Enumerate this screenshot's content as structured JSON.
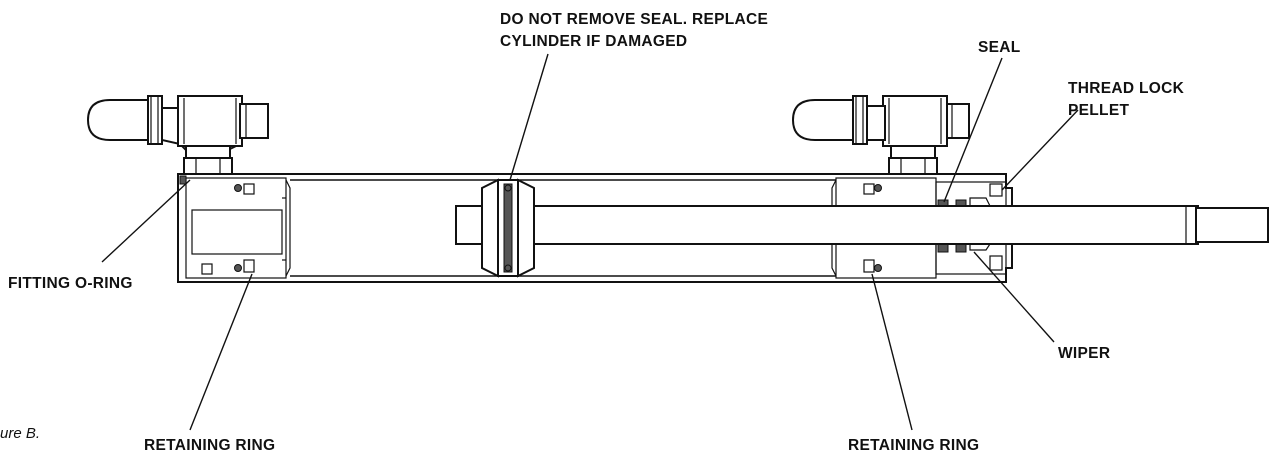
{
  "labels": {
    "do_not_remove_line1": "DO NOT REMOVE SEAL. REPLACE",
    "do_not_remove_line2": "CYLINDER IF DAMAGED",
    "seal": "SEAL",
    "thread_lock_line1": "THREAD LOCK",
    "thread_lock_line2": "PELLET",
    "fitting_oring": "FITTING O-RING",
    "wiper": "WIPER",
    "retaining_ring_left": "RETAINING RING",
    "retaining_ring_right": "RETAINING RING"
  },
  "caption": "ure B."
}
